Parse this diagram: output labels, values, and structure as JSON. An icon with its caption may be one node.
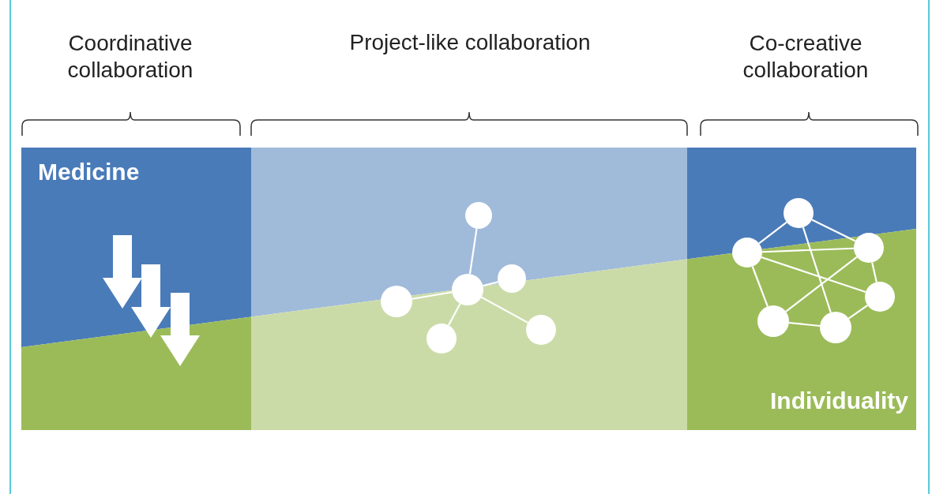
{
  "diagram": {
    "nodes": [
      {
        "text": [],
        "shape": "circle"
      },
      {
        "text": [],
        "shape": "circle"
      },
      {
        "text": [],
        "shape": "circle"
      },
      {
        "text": [],
        "shape": "circle"
      },
      {
        "text": [],
        "shape": "circle"
      },
      {
        "text": [],
        "shape": "circle"
      },
      {
        "text": [],
        "shape": "circle"
      },
      {
        "text": [],
        "shape": "circle"
      },
      {
        "text": [],
        "shape": "circle"
      },
      {
        "text": [],
        "shape": "circle"
      },
      {
        "text": [],
        "shape": "circle"
      },
      {
        "text": [],
        "shape": "circle"
      }
    ],
    "edges": [
      {
        "from": 2,
        "to": 0,
        "arrow": "none"
      },
      {
        "from": 2,
        "to": 1,
        "arrow": "none"
      },
      {
        "from": 2,
        "to": 3,
        "arrow": "none"
      },
      {
        "from": 2,
        "to": 4,
        "arrow": "none"
      },
      {
        "from": 2,
        "to": 5,
        "arrow": "none"
      },
      {
        "from": 6,
        "to": 8,
        "arrow": "none"
      },
      {
        "from": 6,
        "to": 7,
        "arrow": "none"
      },
      {
        "from": 6,
        "to": 11,
        "arrow": "none"
      },
      {
        "from": 8,
        "to": 7,
        "arrow": "none"
      },
      {
        "from": 8,
        "to": 9,
        "arrow": "none"
      },
      {
        "from": 8,
        "to": 10,
        "arrow": "none"
      },
      {
        "from": 7,
        "to": 10,
        "arrow": "none"
      },
      {
        "from": 7,
        "to": 9,
        "arrow": "none"
      },
      {
        "from": 9,
        "to": 11,
        "arrow": "none"
      },
      {
        "from": 10,
        "to": 11,
        "arrow": "none"
      }
    ],
    "labels": [
      "Coordinative collaboration",
      "Project-like collaboration",
      "Co-creative collaboration",
      "Medicine",
      "Individuality"
    ]
  }
}
